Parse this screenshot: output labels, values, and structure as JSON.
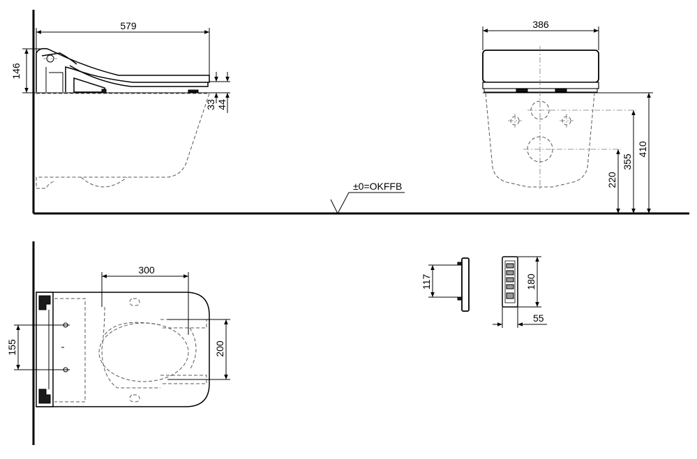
{
  "dimensions": {
    "side_length": "579",
    "side_height": "146",
    "side_33": "33",
    "side_44": "44",
    "front_width": "386",
    "front_220": "220",
    "front_355": "355",
    "front_410": "410",
    "floor_reference": "±0=OKFFB",
    "top_300": "300",
    "top_155": "155",
    "top_200": "200",
    "remote_117": "117",
    "remote_180": "180",
    "remote_55": "55"
  }
}
